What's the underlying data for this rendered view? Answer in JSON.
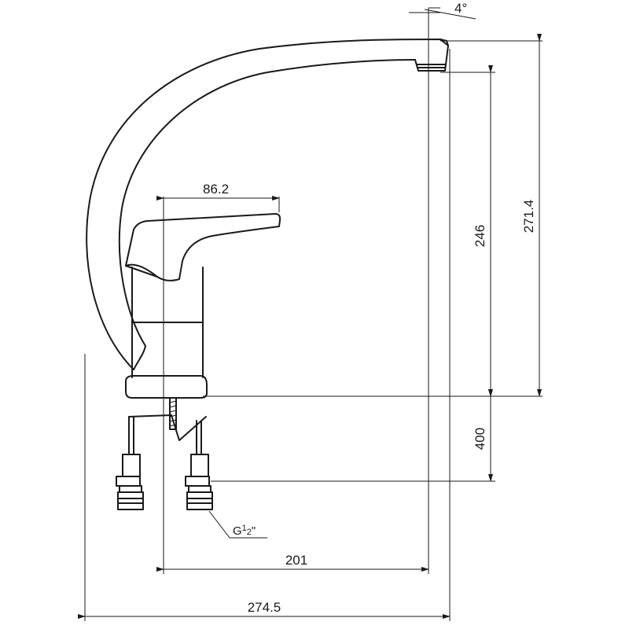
{
  "drawing": {
    "dimensions": {
      "spout_angle": "4°",
      "handle_width": "86.2",
      "spout_height": "246",
      "total_height": "271.4",
      "hose_length": "400",
      "spout_reach": "201",
      "total_width": "274.5"
    },
    "thread_label": {
      "prefix": "G",
      "numerator": "1",
      "denominator": "2",
      "suffix": "\""
    }
  }
}
